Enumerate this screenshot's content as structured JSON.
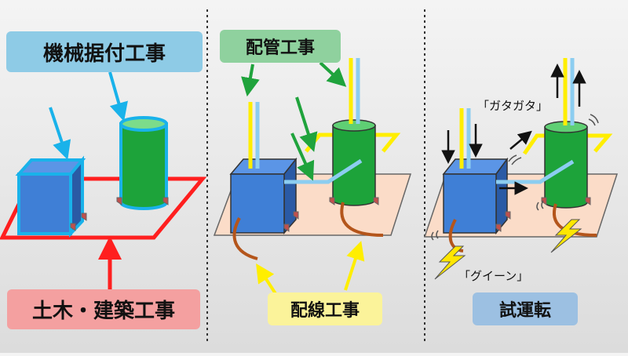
{
  "panels": [
    {
      "label": "機械据付工事",
      "color": "#8ecbe6"
    },
    {
      "label": "配管工事",
      "color": "#8fd19e"
    },
    {
      "label": "試運転",
      "color": "#9cc0e2"
    }
  ],
  "bottom_labels": {
    "civil": {
      "label": "土木・建築工事",
      "color": "#f4a0a0"
    },
    "wiring": {
      "label": "配線工事",
      "color": "#fbf39a"
    }
  },
  "sounds": {
    "rattle": "「ガタガタ」",
    "hum": "「グイーン」"
  },
  "colors": {
    "box_blue": "#3f7fd6",
    "tank_green": "#1da33a",
    "outline_cyan": "#19b2ea",
    "floor_red": "#ff1f1f",
    "pipe_yellow": "#ffee00",
    "cable_brown": "#b4551b",
    "floor_peach": "#fbdcc8"
  }
}
